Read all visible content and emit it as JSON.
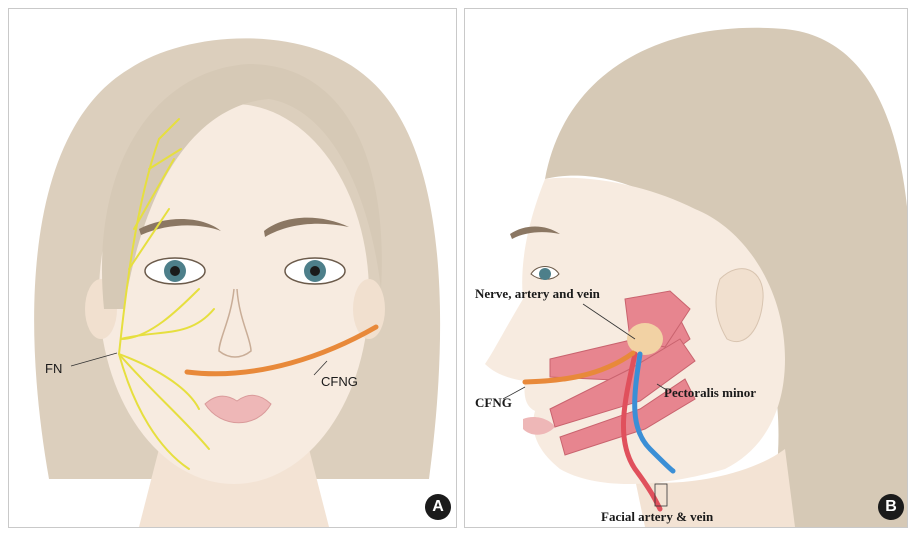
{
  "panel_a": {
    "labels": {
      "fn": "FN",
      "cfng": "CFNG"
    },
    "badge": "A",
    "colors": {
      "nerve": "#e6df3f",
      "graft": "#e8893a",
      "skin": "#f6eadf",
      "hair": "#d9cdbb"
    }
  },
  "panel_b": {
    "labels": {
      "nerve_artery_vein": "Nerve, artery and vein",
      "pectoralis_minor": "Pectoralis minor",
      "cfng": "CFNG",
      "facial_artery_vein": "Facial artery & vein"
    },
    "badge": "B",
    "colors": {
      "muscle": "#e7858f",
      "artery": "#e0505c",
      "vein": "#3b8fd6",
      "graft": "#e8893a"
    }
  }
}
